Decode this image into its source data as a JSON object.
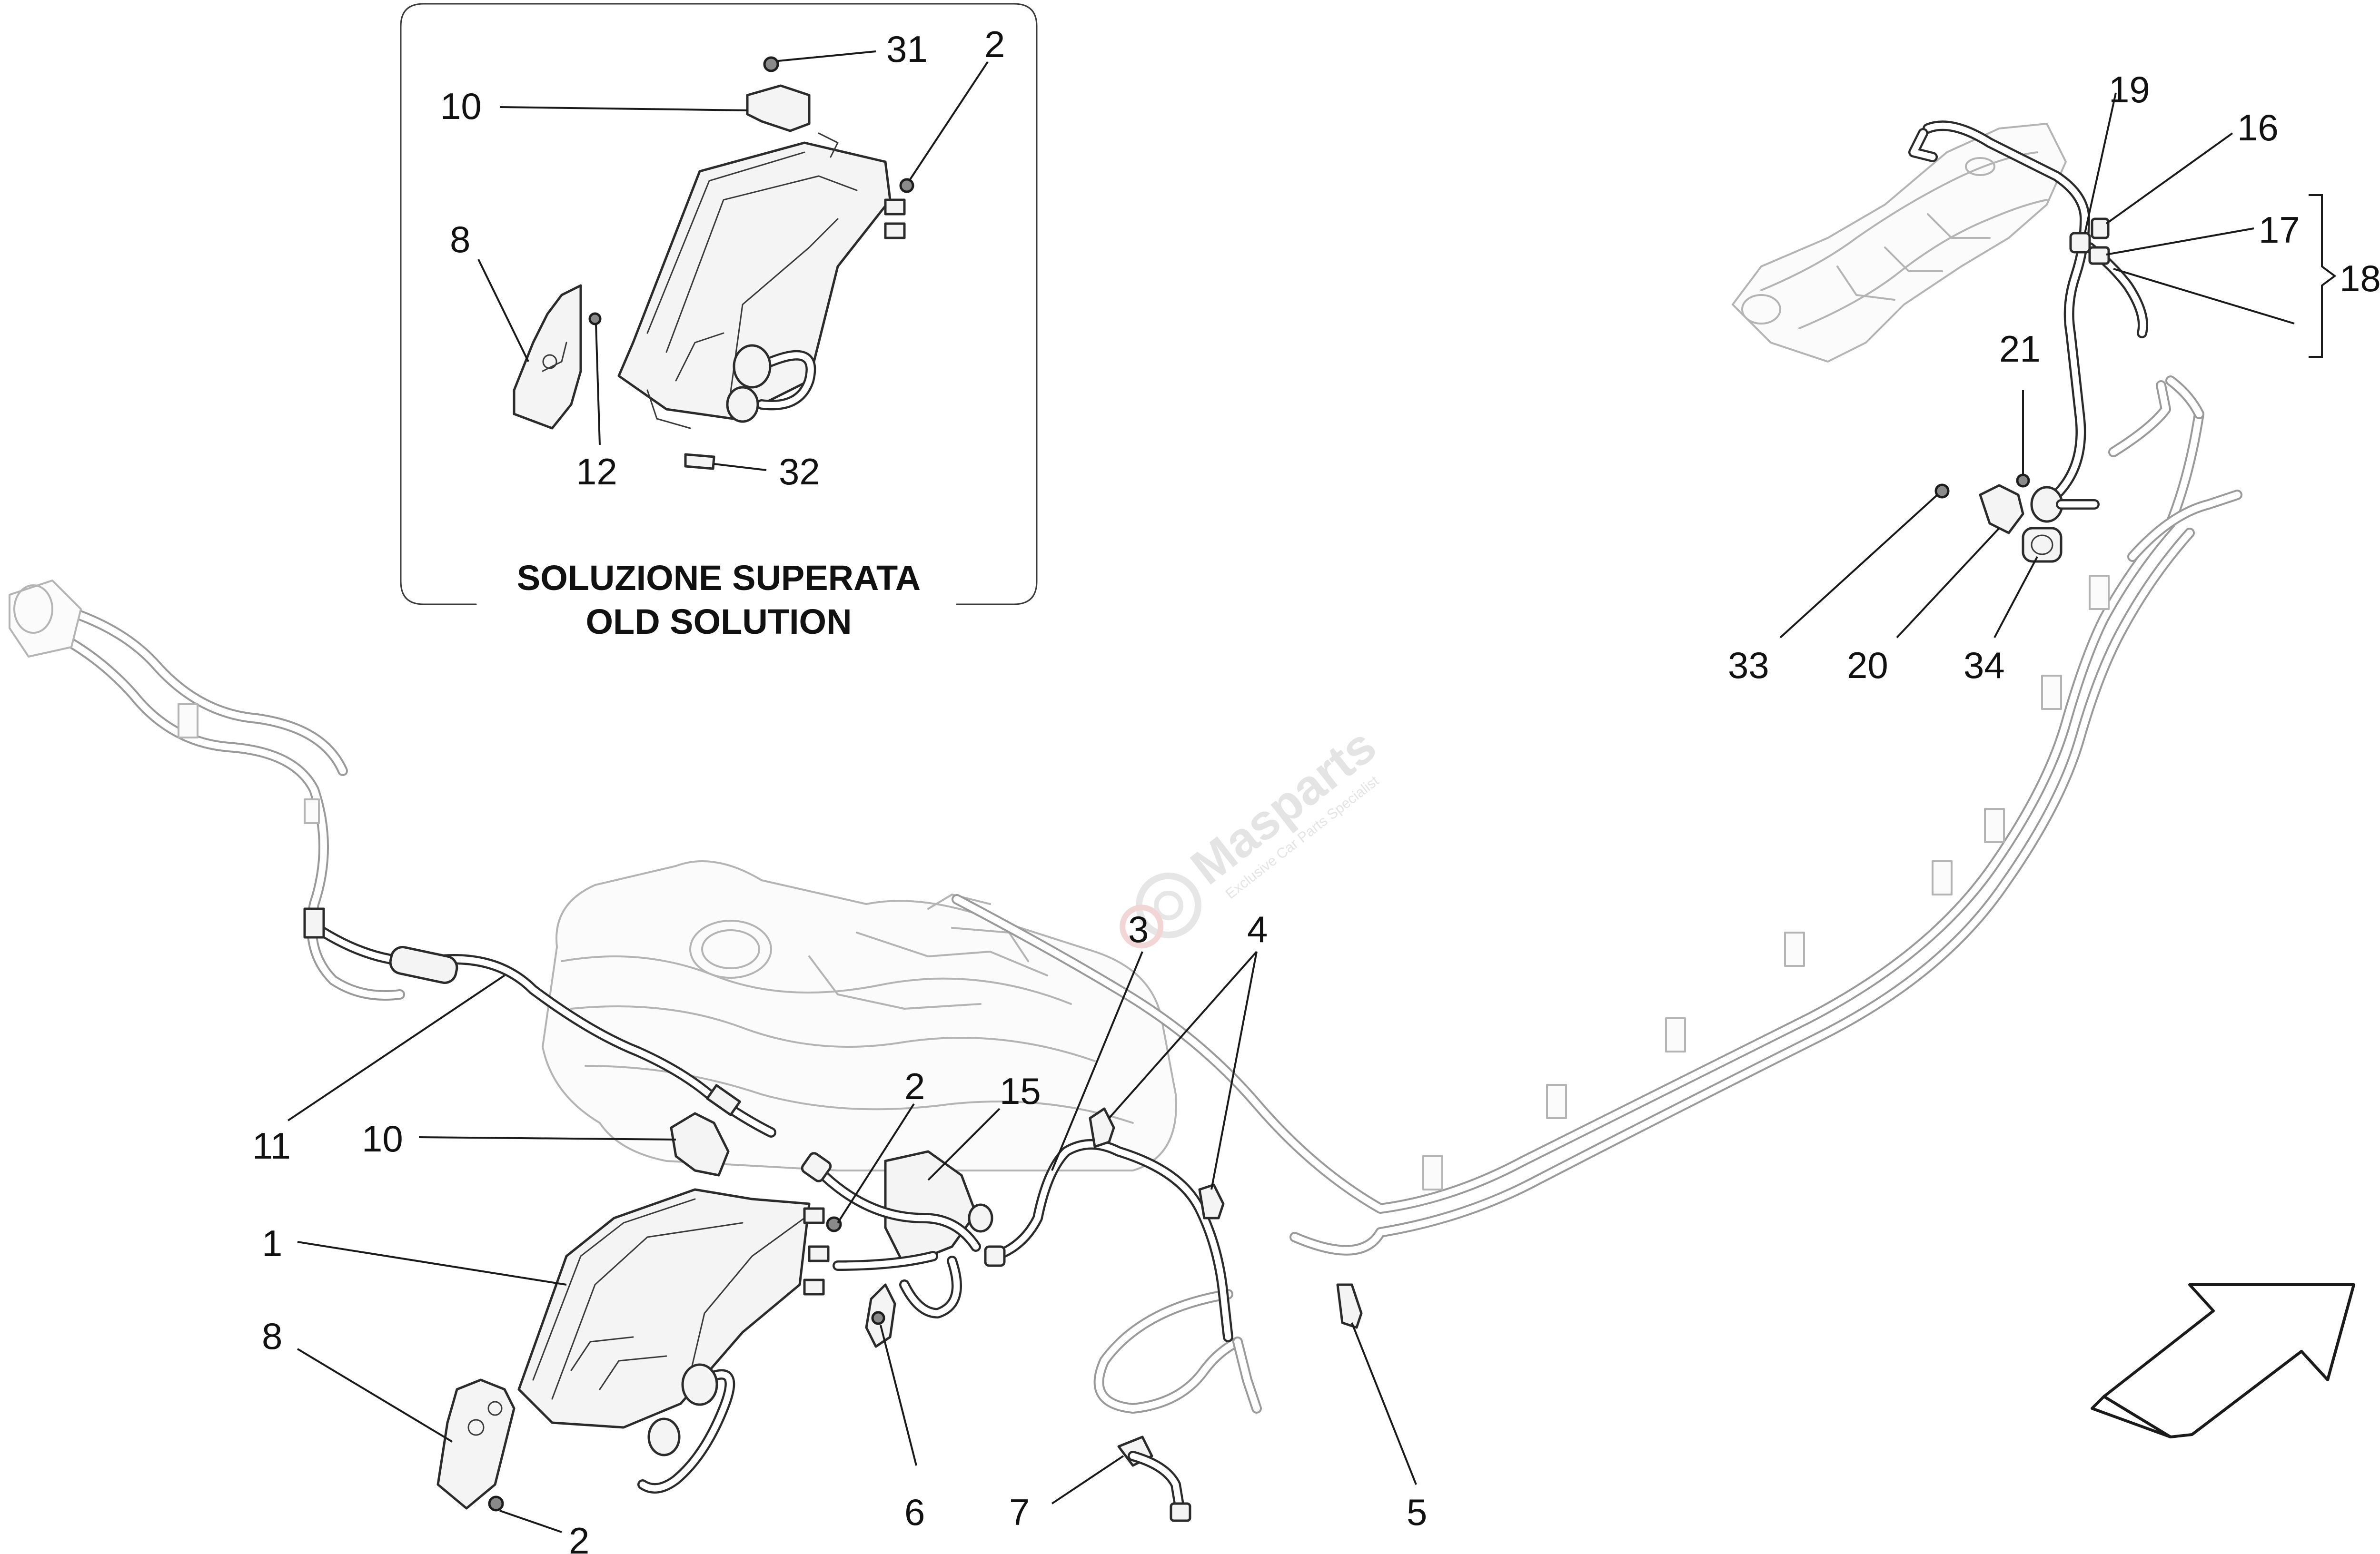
{
  "inset": {
    "caption_line1": "SOLUZIONE SUPERATA",
    "caption_line2": "OLD SOLUTION",
    "callouts": [
      "31",
      "2",
      "10",
      "8",
      "12",
      "32"
    ]
  },
  "callouts": [
    {
      "id": "c1",
      "label": "1"
    },
    {
      "id": "c2a",
      "label": "2"
    },
    {
      "id": "c2b",
      "label": "2"
    },
    {
      "id": "c3",
      "label": "3"
    },
    {
      "id": "c4",
      "label": "4"
    },
    {
      "id": "c5",
      "label": "5"
    },
    {
      "id": "c6",
      "label": "6"
    },
    {
      "id": "c7",
      "label": "7"
    },
    {
      "id": "c8",
      "label": "8"
    },
    {
      "id": "c10",
      "label": "10"
    },
    {
      "id": "c11",
      "label": "11"
    },
    {
      "id": "c15",
      "label": "15"
    },
    {
      "id": "c16",
      "label": "16"
    },
    {
      "id": "c17",
      "label": "17"
    },
    {
      "id": "c18",
      "label": "18"
    },
    {
      "id": "c19",
      "label": "19"
    },
    {
      "id": "c20",
      "label": "20"
    },
    {
      "id": "c21",
      "label": "21"
    },
    {
      "id": "c33",
      "label": "33"
    },
    {
      "id": "c34",
      "label": "34"
    }
  ],
  "watermark": {
    "brand": "Masparts",
    "tagline": "Exclusive Car Parts Specialist",
    "color": "#e4e4e4"
  },
  "icons": {
    "direction_arrow": "front-direction-arrow-icon",
    "watermark_logo": "masparts-gear-logo-icon"
  },
  "colors": {
    "line": "#2b2b2b",
    "ghost_line": "#b4b4b4",
    "background": "#ffffff"
  }
}
